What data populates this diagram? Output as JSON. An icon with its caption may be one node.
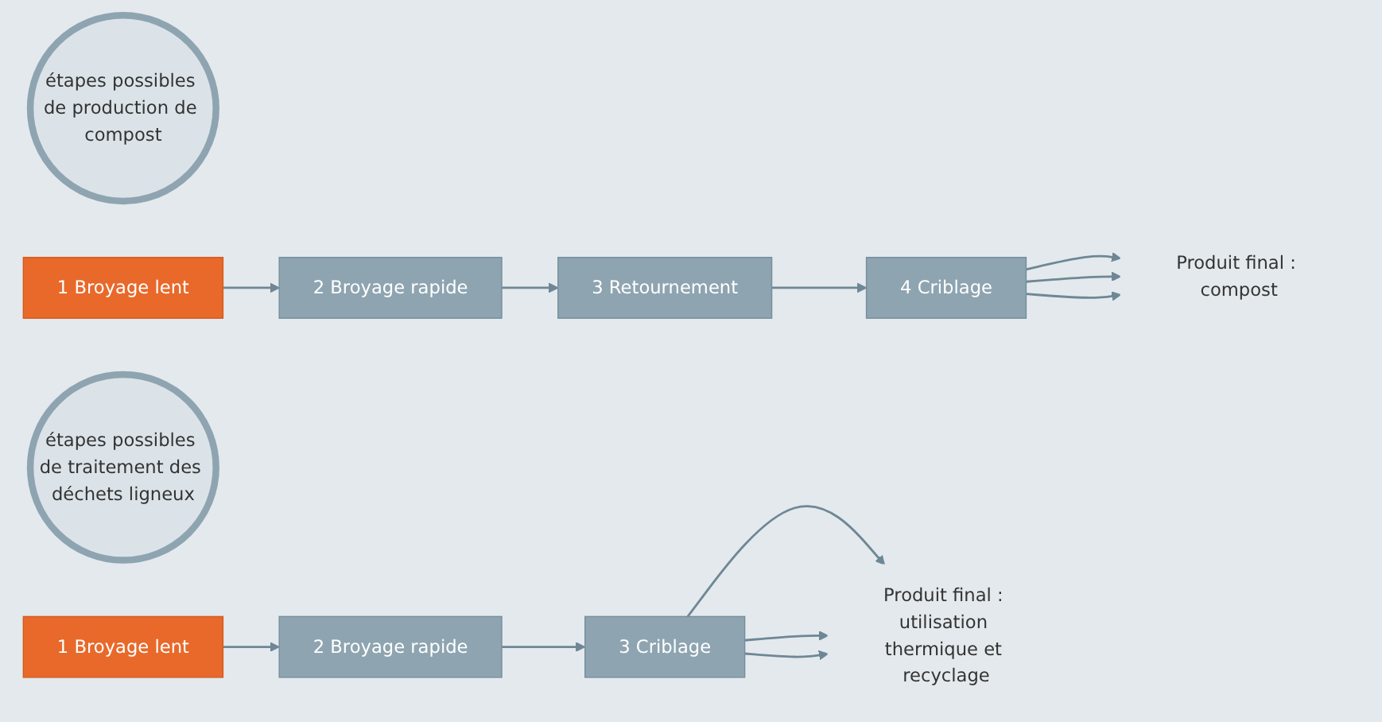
{
  "diagram": {
    "nodes": [
      {
        "text": [
          "étapes possibles de production de compost"
        ]
      },
      {
        "text": [
          "1 Broyage lent"
        ]
      },
      {
        "text": [
          "2 Broyage rapide"
        ]
      },
      {
        "text": [
          "3 Retournement"
        ]
      },
      {
        "text": [
          "4 Criblage"
        ]
      },
      {
        "text": [
          "Produit final : compost"
        ]
      },
      {
        "text": [
          "étapes possibles de traitement des déchets ligneux"
        ]
      },
      {
        "text": [
          "1 Broyage lent"
        ]
      },
      {
        "text": [
          "2 Broyage rapide"
        ]
      },
      {
        "text": [
          "3 Criblage"
        ]
      },
      {
        "text": [
          "Produit final : utilisation thermique et recyclage"
        ]
      }
    ],
    "edges": [
      {
        "from": 1,
        "to": 2,
        "arrow": "to"
      },
      {
        "from": 2,
        "to": 3,
        "arrow": "to"
      },
      {
        "from": 3,
        "to": 4,
        "arrow": "to"
      },
      {
        "from": 4,
        "to": 5,
        "arrow": "to"
      },
      {
        "from": 4,
        "to": 5,
        "arrow": "to"
      },
      {
        "from": 4,
        "to": 5,
        "arrow": "to"
      },
      {
        "from": 7,
        "to": 8,
        "arrow": "to"
      },
      {
        "from": 8,
        "to": 9,
        "arrow": "to"
      },
      {
        "from": 9,
        "to": 10,
        "arrow": "to"
      },
      {
        "from": 9,
        "to": 10,
        "arrow": "to"
      },
      {
        "from": 9,
        "to": 10,
        "arrow": "to"
      }
    ]
  }
}
